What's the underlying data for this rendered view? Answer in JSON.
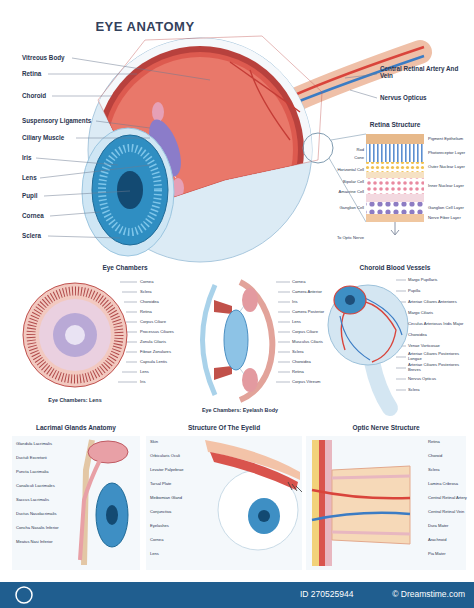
{
  "diagram": {
    "title": "EYE ANATOMY",
    "labels": [
      "Vitreous Body",
      "Retina",
      "Choroid",
      "Suspensory Ligaments",
      "Ciliary Muscle",
      "Iris",
      "Lens",
      "Pupil",
      "Cornea",
      "Sclera",
      "Central Retinal Artery And Vein",
      "Nervus Opticus",
      "Retina Structure",
      "Rod",
      "Cone",
      "Horizontal Cell",
      "Bipolar Cell",
      "Amacrine Cell",
      "Ganglion Cell",
      "To Optic Nerve",
      "Pigment Epithelium",
      "Photoreceptor Layer",
      "Outer Nuclear Layer",
      "Inner Nuclear Layer",
      "Ganglion Cell Layer",
      "Nerve Fiber Layer",
      "Eye Chambers",
      "Choroid Blood Vessels",
      "Cornea",
      "Sclera",
      "Choroidea",
      "Retina",
      "Corpus Ciliare",
      "Processus Ciliares",
      "Zonula Ciliaris",
      "Fibrae Zonulares",
      "Capsula Lentis",
      "Lens",
      "Iris",
      "Eye Chambers: Lens",
      "Cornea",
      "Camera Anterior",
      "Iris",
      "Camera Posterior",
      "Lens",
      "Corpus Ciliare",
      "Musculus Ciliaris",
      "Sclera",
      "Choroidea",
      "Retina",
      "Corpus Vitreum",
      "Eye Chambers: Eyelash Body",
      "Margo Pupillaris",
      "Pupilla",
      "Arteriae Ciliares Anteriores",
      "Margo Ciliaris",
      "Circulus Arteriosus Iridis Major",
      "Choroidea",
      "Venae Vorticosae",
      "Arteriae Ciliares Posteriores Longae",
      "Arteriae Ciliares Posteriores Breves",
      "Nervus Opticus",
      "Sclera",
      "Lacrimal Glands Anatomy",
      "Structure Of The Eyelid",
      "Optic Nerve Structure",
      "Glandula Lacrimalis",
      "Ductuli Excretorii",
      "Puncta Lacrimalia",
      "Canaliculi Lacrimales",
      "Saccus Lacrimalis",
      "Ductus Nasolacrimalis",
      "Concha Nasalis Inferior",
      "Meatus Nasi Inferior",
      "Skin",
      "Orbicularis Oculi",
      "Levator Palpebrae",
      "Tarsal Plate",
      "Meibomian Gland",
      "Conjunctiva",
      "Eyelashes",
      "Cornea",
      "Lens",
      "Retina",
      "Choroid",
      "Sclera",
      "Lamina Cribrosa",
      "Central Retinal Artery",
      "Central Retinal Vein",
      "Dura Mater",
      "Arachnoid",
      "Pia Mater",
      "ID 270525944",
      "© Dreamstime.com"
    ]
  }
}
